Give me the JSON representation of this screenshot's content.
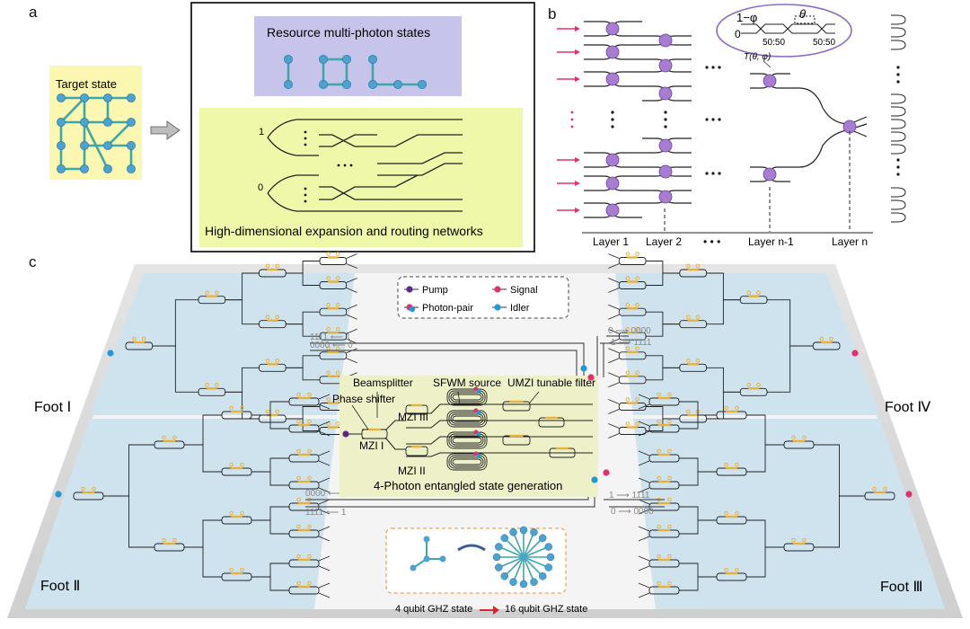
{
  "panel_a": {
    "letter": "a",
    "target_state_label": "Target state",
    "resource_label": "Resource multi-photon states",
    "network_label": "High-dimensional expansion and routing networks",
    "branch_top": "1",
    "branch_bottom": "0",
    "colors": {
      "target_bg": "#fbf6b0",
      "resource_bg": "#c7c4ec",
      "network_bg": "#eef8a8",
      "node": "#2b8bbf",
      "edge": "#3fa7a7"
    }
  },
  "panel_b": {
    "letter": "b",
    "phase_label": "1−φ",
    "theta_label": "θ",
    "zero_label": "0",
    "bs1_label": "50:50",
    "bs2_label": "50:50",
    "transfer_label": "T(θ, φ)",
    "layers": [
      "Layer 1",
      "Layer 2",
      "• • •",
      "Layer n-1",
      "Layer n"
    ],
    "colors": {
      "node": "#9b6bc4",
      "arrow": "#e0306e"
    }
  },
  "panel_c": {
    "letter": "c",
    "legend": {
      "pump": "Pump",
      "signal": "Signal",
      "photon_pair": "Photon-pair",
      "idler": "Idler"
    },
    "center": {
      "beamsplitter": "Beamsplitter",
      "sfwm": "SFWM source",
      "umzi": "UMZI tunable filter",
      "phase_shifter": "Phase shifter",
      "mzi1": "MZI I",
      "mzi2": "MZI II",
      "mzi3": "MZI III",
      "generation": "4-Photon entangled state generation"
    },
    "routing": {
      "tl1": "1111 ⟵ 1",
      "tl2": "0000 ⟵ 0",
      "tr1": "0 ⟶ 0000",
      "tr2": "1 ⟶ 1111",
      "bl1": "0000 ⟵ 0",
      "bl2": "1111 ⟵ 1",
      "br1": "1 ⟶ 1111",
      "br2": "0 ⟶ 0000"
    },
    "feet": {
      "f1": "Foot Ⅰ",
      "f2": "Foot Ⅱ",
      "f3": "Foot Ⅲ",
      "f4": "Foot Ⅳ"
    },
    "ghz_small": "4 qubit GHZ state",
    "ghz_large": "16 qubit GHZ state",
    "colors": {
      "pump": "#5b2a86",
      "signal": "#e0306e",
      "idler": "#1e9ad6",
      "foot_bg": "#cfe3ef",
      "center_bg": "#eef0c8",
      "heater": "#e8b23a"
    }
  }
}
